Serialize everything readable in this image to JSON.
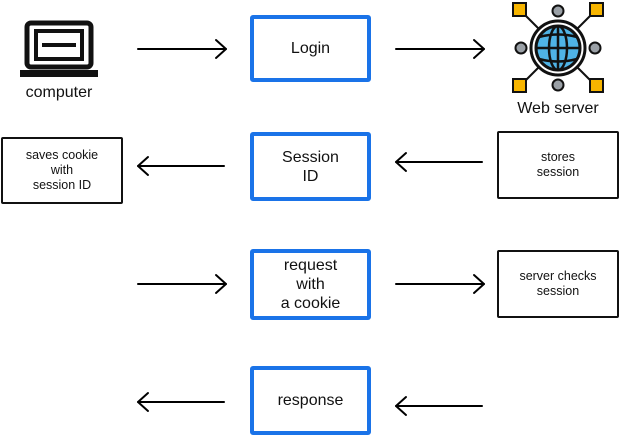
{
  "nodes": {
    "computer_label": "computer",
    "web_server_label": "Web server",
    "login": "Login",
    "session_id": "Session\nID",
    "request": "request\nwith\na cookie",
    "response": "response",
    "saves_cookie": "saves cookie\nwith\nsession ID",
    "stores_session": "stores\nsession",
    "server_checks": "server checks\nsession"
  },
  "icons": {
    "computer": "laptop-icon",
    "web_server": "globe-network-icon"
  },
  "colors": {
    "accent": "#1a73e8",
    "globe": "#4fb3e6",
    "node_squares": "#f7b500",
    "node_circles": "#9aa0a6"
  }
}
